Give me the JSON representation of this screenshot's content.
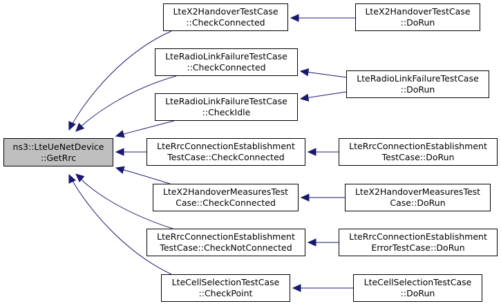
{
  "colors": {
    "edge": "#191970",
    "node_border": "#000000",
    "root_fill": "#bfbfbf",
    "node_fill": "#ffffff"
  },
  "nodes": {
    "root": {
      "line1": "ns3::LteUeNetDevice",
      "line2": "::GetRrc"
    },
    "m1": {
      "line1": "LteX2HandoverTestCase",
      "line2": "::CheckConnected"
    },
    "m2": {
      "line1": "LteRadioLinkFailureTestCase",
      "line2": "::CheckConnected"
    },
    "m3": {
      "line1": "LteRadioLinkFailureTestCase",
      "line2": "::CheckIdle"
    },
    "m4": {
      "line1": "LteRrcConnectionEstablishment",
      "line2": "TestCase::CheckConnected"
    },
    "m5": {
      "line1": "LteX2HandoverMeasuresTest",
      "line2": "Case::CheckConnected"
    },
    "m6": {
      "line1": "LteRrcConnectionEstablishment",
      "line2": "TestCase::CheckNotConnected"
    },
    "m7": {
      "line1": "LteCellSelectionTestCase",
      "line2": "::CheckPoint"
    },
    "r1": {
      "line1": "LteX2HandoverTestCase",
      "line2": "::DoRun"
    },
    "r2": {
      "line1": "LteRadioLinkFailureTestCase",
      "line2": "::DoRun"
    },
    "r4": {
      "line1": "LteRrcConnectionEstablishment",
      "line2": "TestCase::DoRun"
    },
    "r5": {
      "line1": "LteX2HandoverMeasuresTest",
      "line2": "Case::DoRun"
    },
    "r6": {
      "line1": "LteRrcConnectionEstablishment",
      "line2": "ErrorTestCase::DoRun"
    },
    "r7": {
      "line1": "LteCellSelectionTestCase",
      "line2": "::DoRun"
    }
  }
}
